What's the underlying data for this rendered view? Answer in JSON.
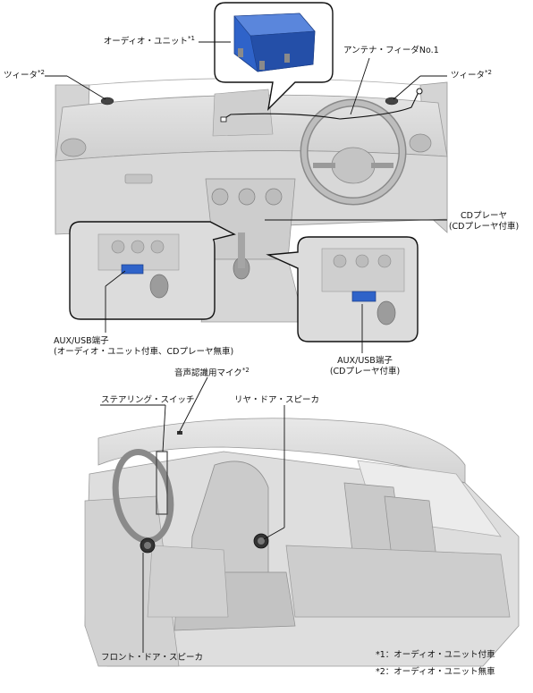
{
  "labels": {
    "audio_unit": "オーディオ・ユニット",
    "audio_unit_mark": "*1",
    "tweeter_left": "ツィータ",
    "tweeter_left_mark": "*2",
    "tweeter_right": "ツィータ",
    "tweeter_right_mark": "*2",
    "antenna_feeder": "アンテナ・フィーダNo.1",
    "cd_player_line1": "CDプレーヤ",
    "cd_player_line2": "(CDプレーヤ付車)",
    "aux_left_line1": "AUX/USB端子",
    "aux_left_line2": "(オーディオ・ユニット付車、CDプレーヤ無車)",
    "aux_right_line1": "AUX/USB端子",
    "aux_right_line2": "(CDプレーヤ付車)",
    "voice_mic": "音声認識用マイク",
    "voice_mic_mark": "*2",
    "steering_switch": "ステアリング・スイッチ",
    "rear_door_speaker": "リヤ・ドア・スピーカ",
    "front_door_speaker": "フロント・ドア・スピーカ"
  },
  "notes": [
    "*1：オーディオ・ユニット付車",
    "*2：オーディオ・ユニット無車"
  ],
  "colors": {
    "highlight_blue": "#2f63c9",
    "interior_gray": "#d9d9d9",
    "line": "#111111"
  }
}
